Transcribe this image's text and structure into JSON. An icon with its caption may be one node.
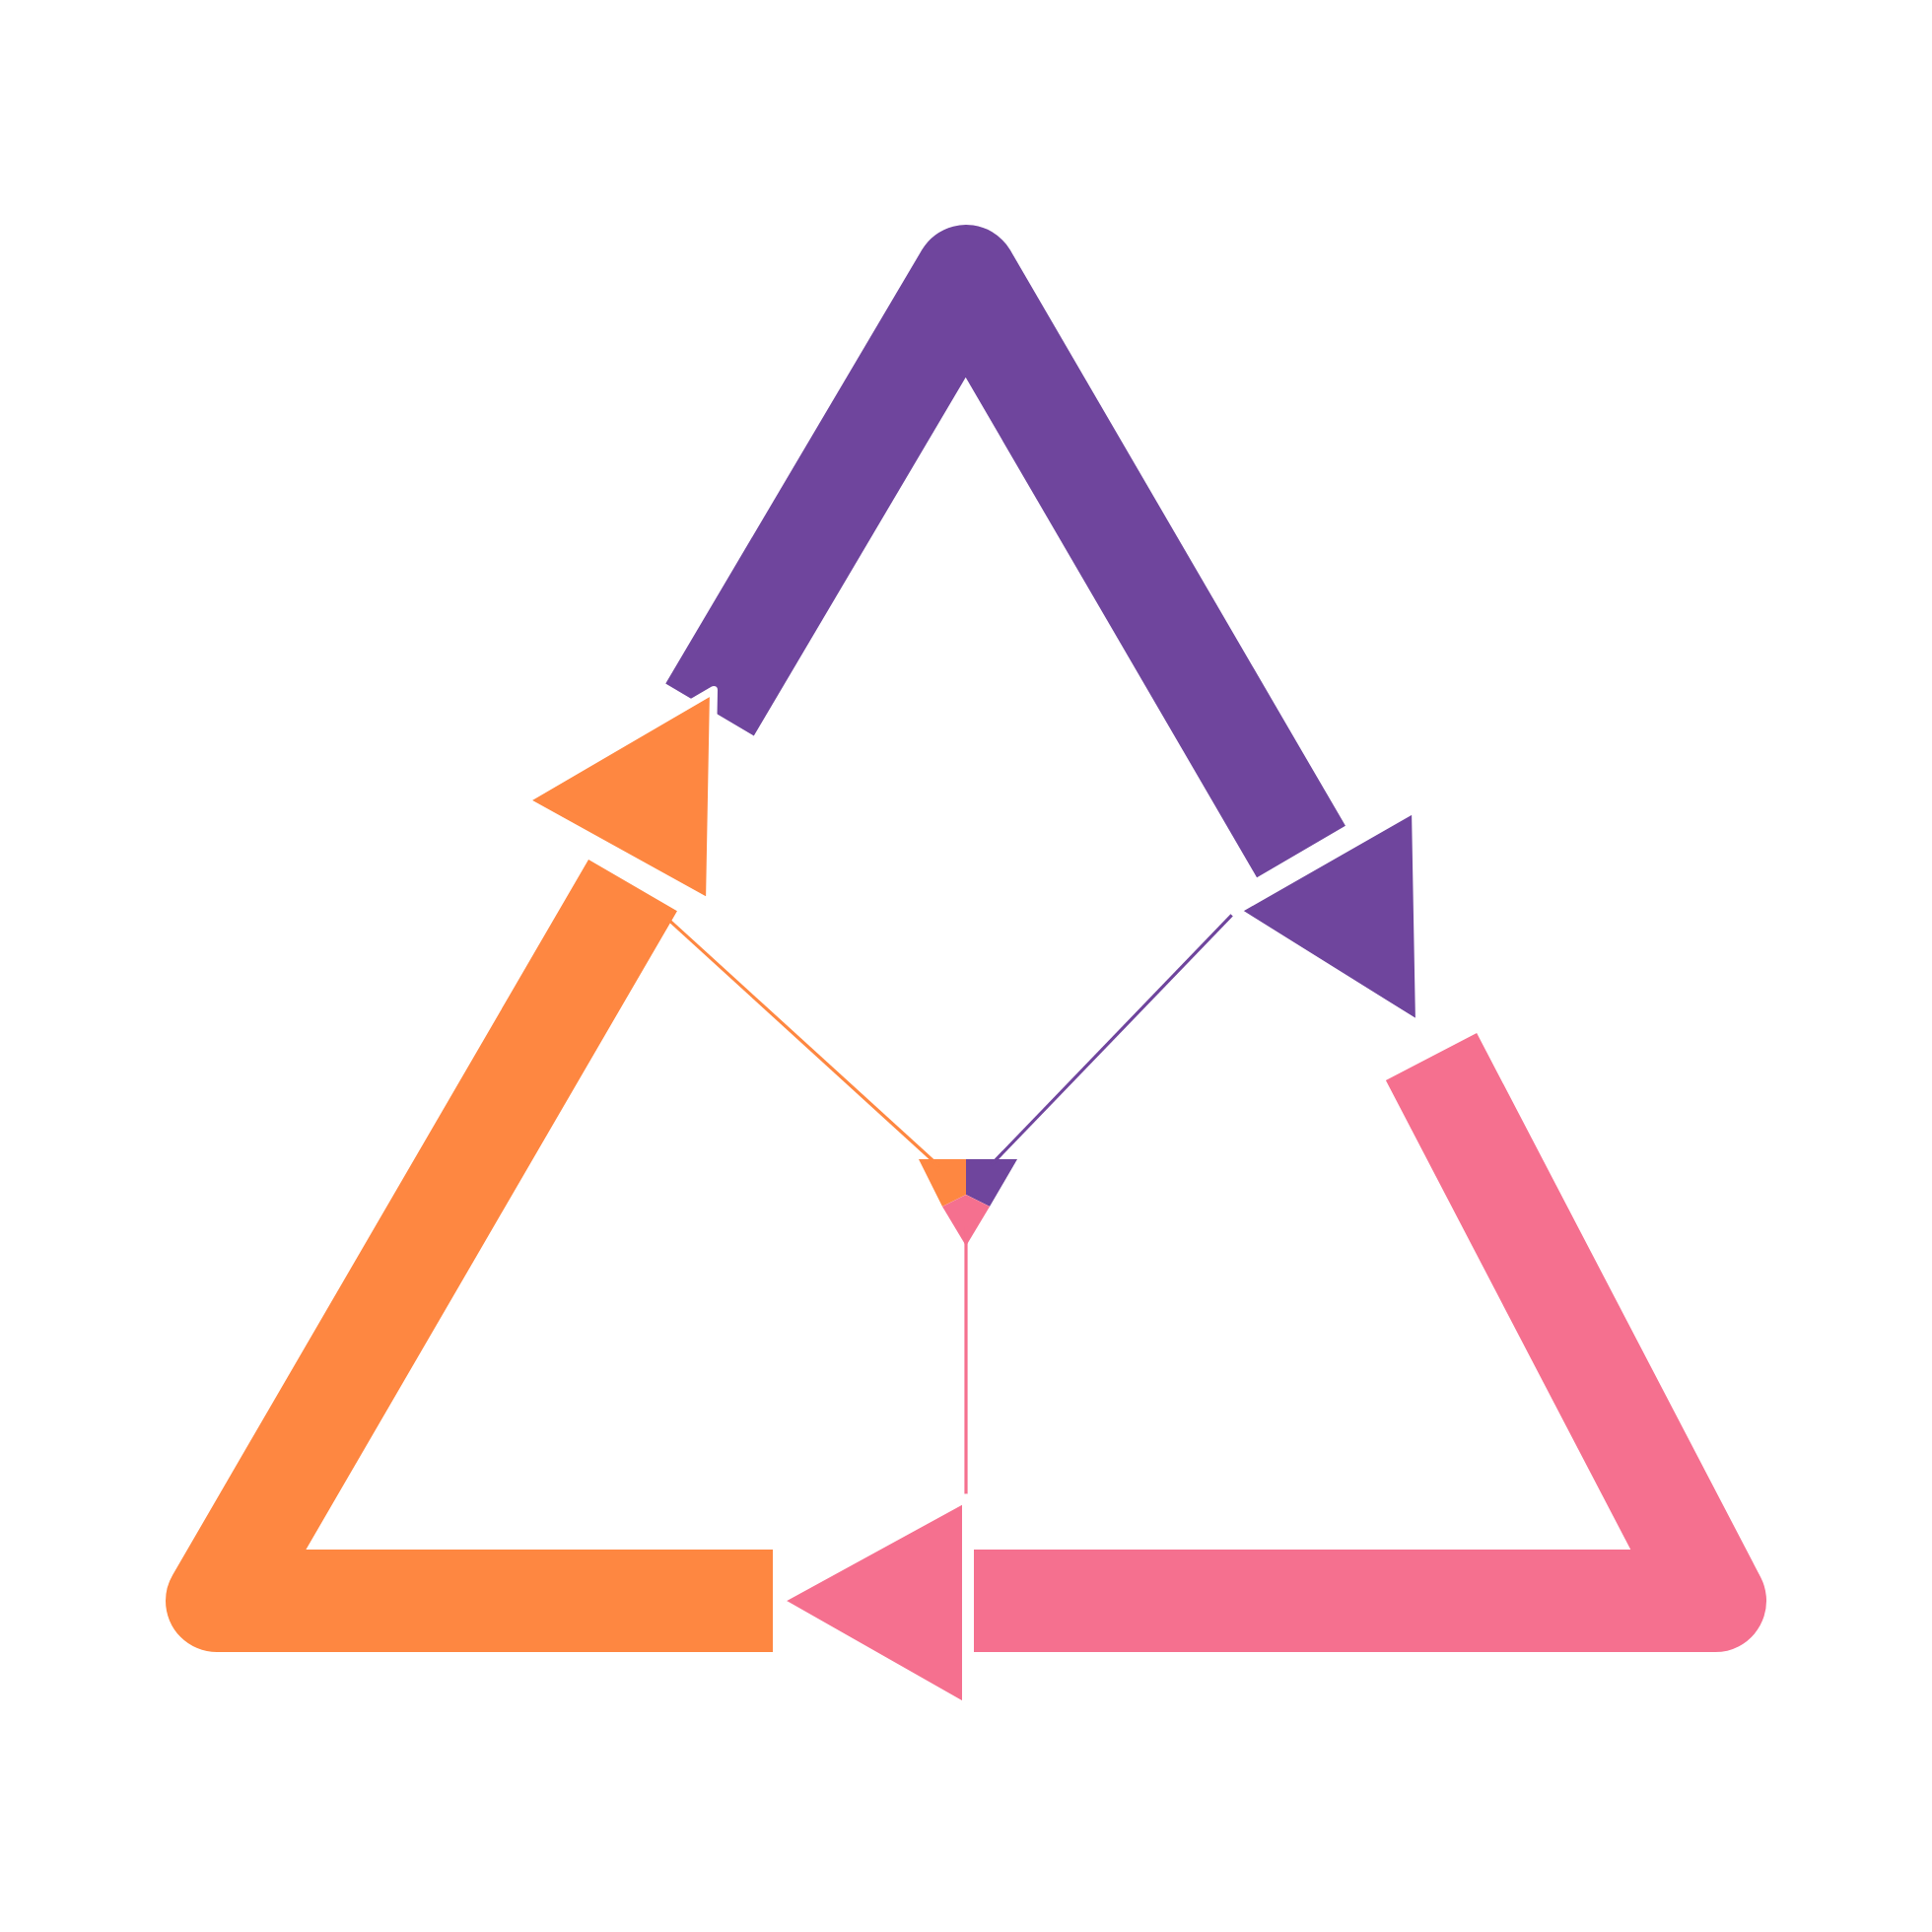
{
  "diagram": {
    "nodes": [
      {
        "text": [],
        "shape": "triangle"
      },
      {
        "text": [],
        "shape": "triangle"
      },
      {
        "text": [],
        "shape": "triangle"
      },
      {
        "text": [],
        "shape": "triangle"
      }
    ],
    "edges": [
      {
        "from": 2,
        "to": 1,
        "arrow": "none",
        "color": "#6f459d"
      },
      {
        "from": 2,
        "to": 3,
        "arrow": "none",
        "color": "#f5708f"
      },
      {
        "from": 2,
        "to": 0,
        "arrow": "none",
        "color": "#fe8741"
      }
    ]
  }
}
